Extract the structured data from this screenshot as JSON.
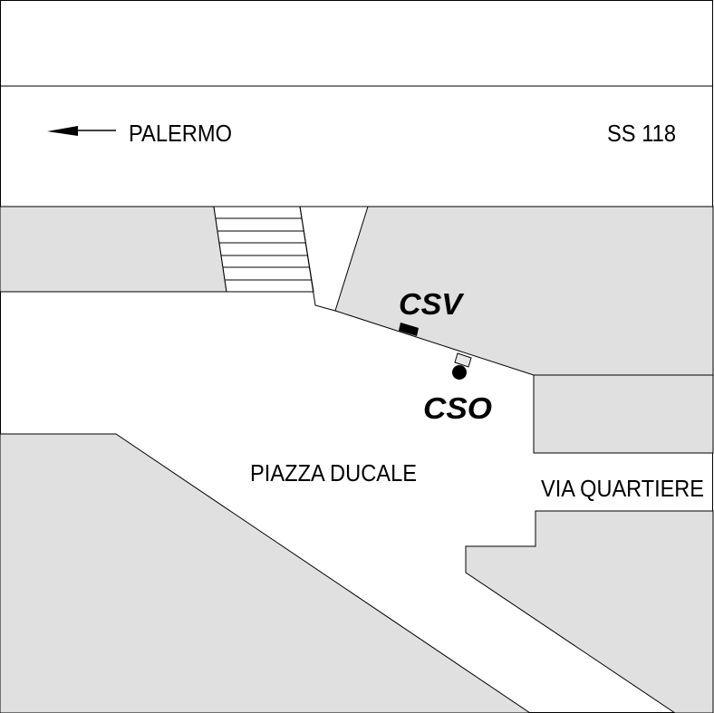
{
  "map": {
    "colors": {
      "block_fill": "#e0e0e0",
      "road_fill": "#ffffff",
      "line": "#000000",
      "marker_dark": "#000000",
      "marker_light": "#e8e8e8"
    },
    "labels": {
      "direction_city": "PALERMO",
      "road_number": "SS 118",
      "square_name": "PIAZZA DUCALE",
      "street_name": "VIA QUARTIERE"
    },
    "stations": {
      "csv": {
        "label": "CSV",
        "marker": "filled-rectangle"
      },
      "cso": {
        "label": "CSO",
        "marker": "filled-circle-with-box"
      }
    },
    "direction_arrow": {
      "icon": "arrow-left-icon",
      "points_to": "PALERMO"
    }
  }
}
